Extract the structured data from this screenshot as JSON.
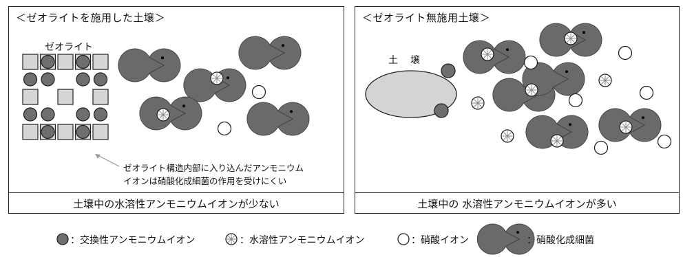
{
  "left_panel": {
    "title": "＜ゼオライトを施用した土壌＞",
    "zeolite_label": "ゼオライト",
    "note_line1": "ゼオライト構造内部に入り込んだアンモニウム",
    "note_line2": "イオンは硝酸化成細菌の作用を受けにくい",
    "caption": "土壌中の水溶性アンモニウムイオンが少ない"
  },
  "right_panel": {
    "title": "＜ゼオライト無施用土壌＞",
    "soil_label": "土　壌",
    "caption": "土壌中の 水溶性アンモニウムイオンが多い"
  },
  "legend": {
    "exchangeable": "：交換性アンモニウムイオン",
    "watersoluble": "：水溶性アンモニウムイオン",
    "nitrate": "：硝酸イオン",
    "bacteria": "：硝酸化成細菌"
  },
  "colors": {
    "dark_ion": "#6e6e6e",
    "bacteria": "#6a6a6a",
    "zeolite_block": "#d6d6d6",
    "soil": "#d4d4d4"
  }
}
